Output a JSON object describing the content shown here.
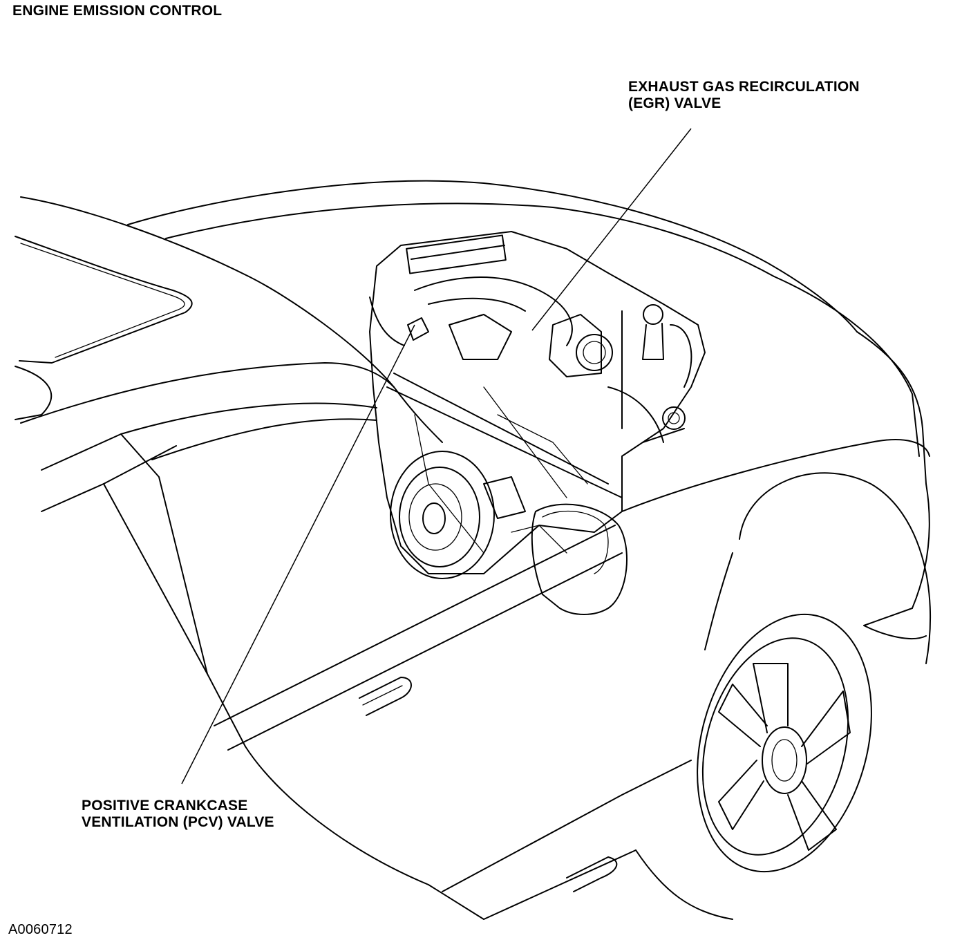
{
  "header": {
    "title": "ENGINE EMISSION CONTROL"
  },
  "callouts": {
    "egr": [
      "EXHAUST GAS RECIRCULATION",
      "(EGR) VALVE"
    ],
    "pcv": [
      "POSITIVE CRANKCASE",
      "VENTILATION (PCV) VALVE"
    ]
  },
  "footer": {
    "figure_id": "A0060712"
  },
  "style": {
    "line_color": "#000000",
    "background": "#ffffff"
  }
}
